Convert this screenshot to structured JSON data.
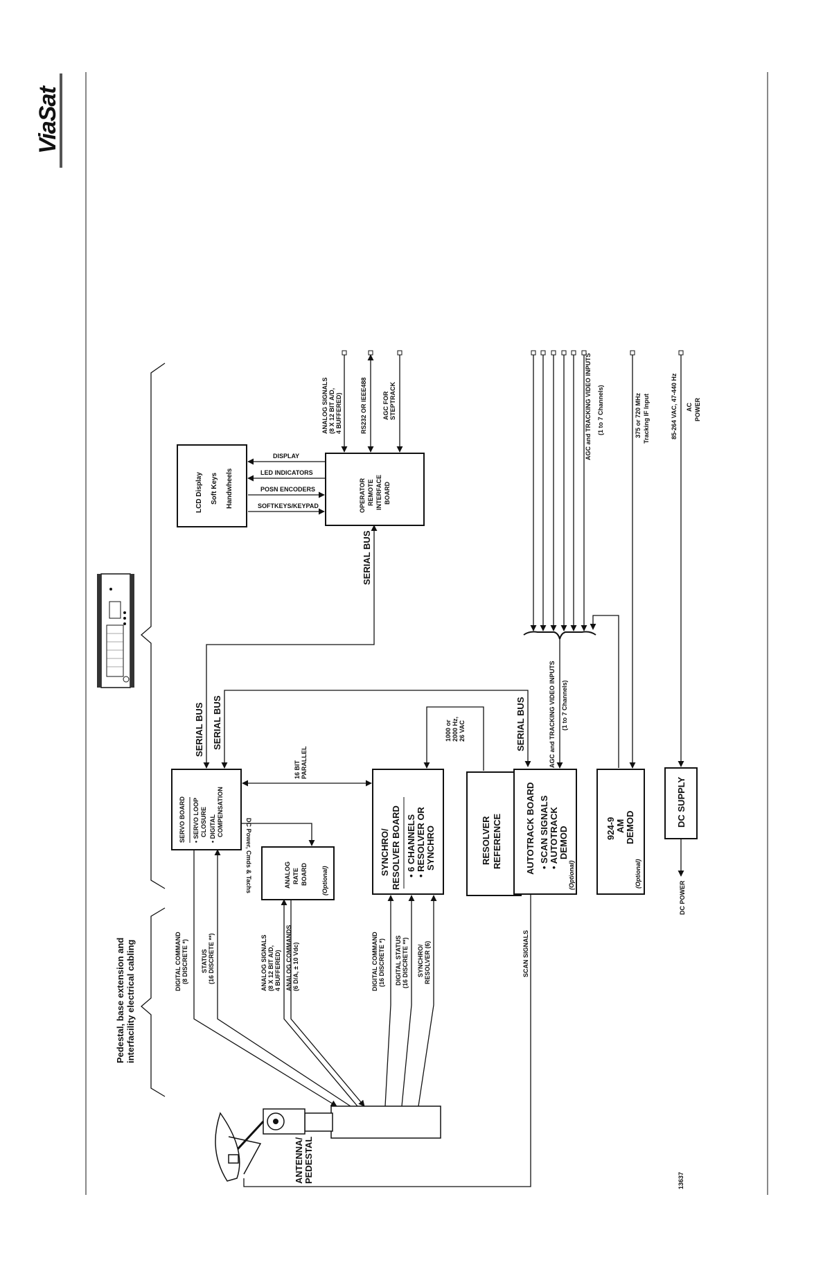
{
  "brand": {
    "logo": "ViaSat"
  },
  "figure_number": "13637",
  "header": {
    "cabling_title_1": "Pedestal, base extension and",
    "cabling_title_2": "interfacility electrical cabling"
  },
  "antenna": {
    "line1": "ANTENNA/",
    "line2": "PEDESTAL"
  },
  "servo": {
    "title": "SERVO BOARD",
    "b1a": "• SERVO LOOP",
    "b1b": "CLOSURE",
    "b2a": "• DIGITAL",
    "b2b": "COMPENSATION",
    "in1a": "DIGITAL COMMAND",
    "in1b": "(8 DISCRETE *)",
    "in2a": "STATUS",
    "in2b": "(16 DISCRETE **)"
  },
  "analog_rate": {
    "l1": "ANALOG",
    "l2": "RATE",
    "l3": "BOARD",
    "opt": "(Optional)",
    "feed": "DC Power, Cmds & Tachs",
    "in1a": "ANALOG SIGNALS",
    "in1b": "(8 X 12 BIT A/D,",
    "in1c": "4 BUFFERED)",
    "in2a": "ANALOG COMMANDS",
    "in2b": "(6 D/A, ± 10 Vdc)"
  },
  "synchro": {
    "l1": "SYNCHRO/",
    "l2": "RESOLVER BOARD",
    "b1": "• 6 CHANNELS",
    "b2a": "• RESOLVER OR",
    "b2b": "SYNCHRO",
    "parallel_a": "16 BIT",
    "parallel_b": "PARALLEL",
    "in1a": "DIGITAL COMMAND",
    "in1b": "(16 DISCRETE *)",
    "in2a": "DIGITAL STATUS",
    "in2b": "(16 DISCRETE **)",
    "in3a": "SYNCHRO/",
    "in3b": "RESOLVER (6)"
  },
  "resolver_ref": {
    "l1": "RESOLVER",
    "l2": "REFERENCE",
    "freq_a": "1000 or",
    "freq_b": "2000 Hz,",
    "freq_c": "26 VAC"
  },
  "autotrack": {
    "title": "AUTOTRACK BOARD",
    "b1": "• SCAN SIGNALS",
    "b2a": "• AUTOTRACK",
    "b2b": "DEMOD",
    "opt": "(Optional)",
    "scan": "SCAN SIGNALS",
    "agc_a": "AGC and TRACKING VIDEO INPUTS",
    "agc_b": "(1 to 7 Channels)"
  },
  "demod": {
    "l1": "924-9",
    "l2": "AM",
    "l3": "DEMOD",
    "opt": "(Optional)"
  },
  "dc_supply": {
    "title": "DC SUPPLY",
    "out": "DC POWER",
    "ac_a": "85-264 VAC, 47-440 Hz",
    "ac_b": "AC",
    "ac_c": "POWER"
  },
  "operator": {
    "l1": "OPERATOR",
    "l2": "REMOTE",
    "l3": "INTERFACE",
    "l4": "BOARD",
    "links": [
      "DISPLAY",
      "LED INDICATORS",
      "POSN ENCODERS",
      "SOFTKEYS/KEYPAD"
    ],
    "in1a": "ANALOG SIGNALS",
    "in1b": "(8 X 12 BIT A/D,",
    "in1c": "4 BUFFERED)",
    "in2": "RS232 OR IEEE488",
    "in3a": "AGC FOR",
    "in3b": "STEPTRACK"
  },
  "lcd": {
    "l1": "LCD Display",
    "l2": "Soft Keys",
    "l3": "Handwheels"
  },
  "bus": {
    "serial": "SERIAL BUS"
  },
  "inputs": {
    "agc_a": "AGC and TRACKING VIDEO INPUTS",
    "agc_b": "(1 to 7 Channels)",
    "if_a": "375 or 720 MHz",
    "if_b": "Tracking IF Input"
  }
}
